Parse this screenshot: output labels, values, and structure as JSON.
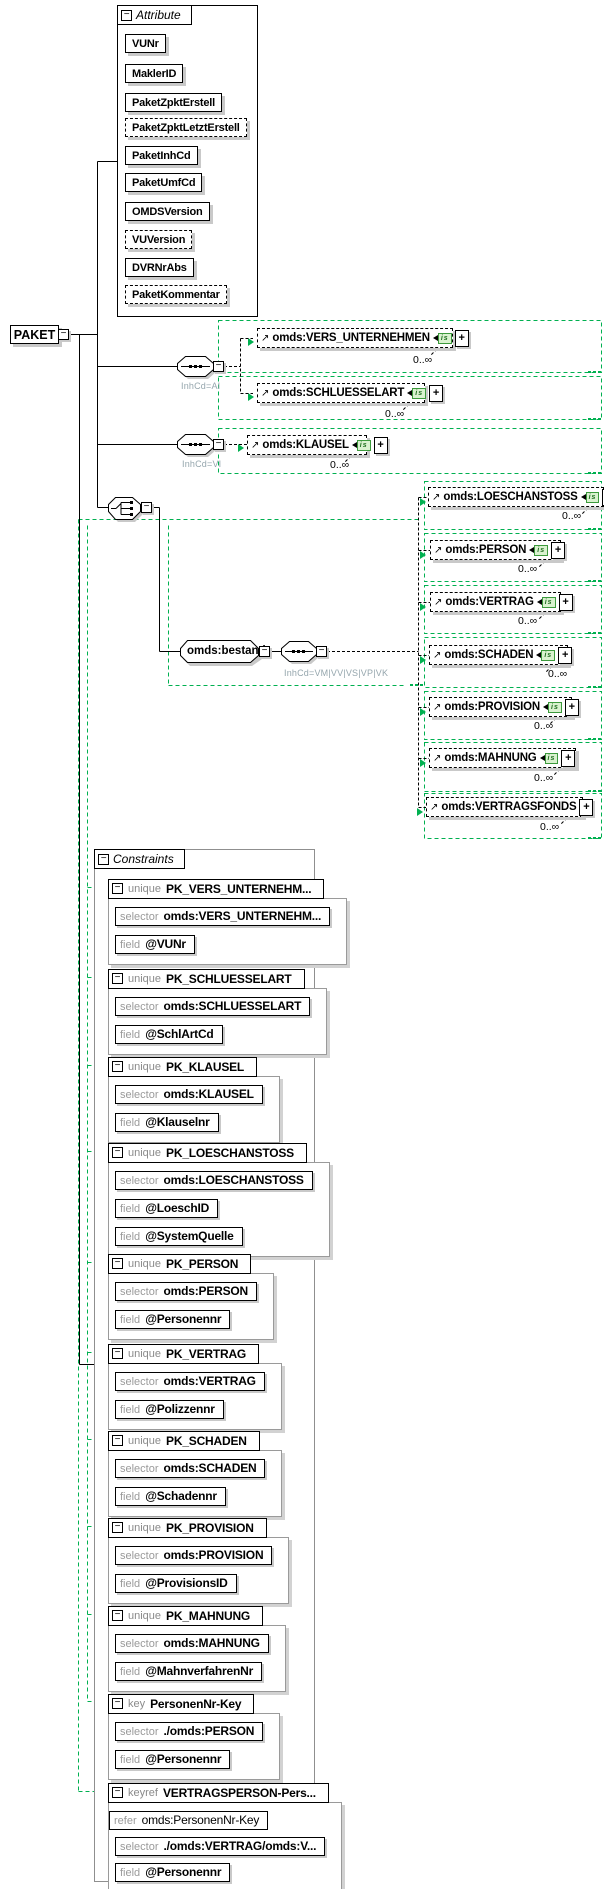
{
  "diagram": {
    "root": "PAKET",
    "badges": {
      "element_ref": "is"
    },
    "attributes_panel": {
      "title": "Attribute",
      "items": [
        {
          "name": "VUNr",
          "optional": false
        },
        {
          "name": "MaklerID",
          "optional": false
        },
        {
          "name": "PaketZpktErstell",
          "optional": false
        },
        {
          "name": "PaketZpktLetztErstell",
          "optional": true
        },
        {
          "name": "PaketInhCd",
          "optional": false
        },
        {
          "name": "PaketUmfCd",
          "optional": false
        },
        {
          "name": "OMDSVersion",
          "optional": false
        },
        {
          "name": "VUVersion",
          "optional": true
        },
        {
          "name": "DVRNrAbs",
          "optional": false
        },
        {
          "name": "PaketKommentar",
          "optional": true
        }
      ]
    },
    "sequences": [
      {
        "label": "InhCd=AI",
        "children": [
          {
            "name": "omds:VERS_UNTERNEHMEN",
            "occurrence": "0..∞"
          },
          {
            "name": "omds:SCHLUESSELART",
            "occurrence": "0..∞"
          }
        ]
      },
      {
        "label": "InhCd=VI",
        "children": [
          {
            "name": "omds:KLAUSEL",
            "occurrence": "0..∞"
          }
        ]
      }
    ],
    "bestand": {
      "name": "omds:bestand",
      "sequence_label": "InhCd=VM|VV|VS|VP|VK",
      "children": [
        {
          "name": "omds:LOESCHANSTOSS",
          "occurrence": "0..∞"
        },
        {
          "name": "omds:PERSON",
          "occurrence": "0..∞"
        },
        {
          "name": "omds:VERTRAG",
          "occurrence": "0..∞"
        },
        {
          "name": "omds:SCHADEN",
          "occurrence": "0..∞"
        },
        {
          "name": "omds:PROVISION",
          "occurrence": "0..∞"
        },
        {
          "name": "omds:MAHNUNG",
          "occurrence": "0..∞"
        },
        {
          "name": "omds:VERTRAGSFONDS",
          "occurrence": "0..∞"
        }
      ]
    },
    "constraints_panel": {
      "title": "Constraints",
      "labels": {
        "selector": "selector",
        "field": "field",
        "refer": "refer"
      },
      "items": [
        {
          "type": "unique",
          "name": "PK_VERS_UNTERNEHM...",
          "selector": "omds:VERS_UNTERNEHM...",
          "fields": [
            "@VUNr"
          ]
        },
        {
          "type": "unique",
          "name": "PK_SCHLUESSELART",
          "selector": "omds:SCHLUESSELART",
          "fields": [
            "@SchlArtCd"
          ]
        },
        {
          "type": "unique",
          "name": "PK_KLAUSEL",
          "selector": "omds:KLAUSEL",
          "fields": [
            "@Klauselnr"
          ]
        },
        {
          "type": "unique",
          "name": "PK_LOESCHANSTOSS",
          "selector": "omds:LOESCHANSTOSS",
          "fields": [
            "@LoeschID",
            "@SystemQuelle"
          ]
        },
        {
          "type": "unique",
          "name": "PK_PERSON",
          "selector": "omds:PERSON",
          "fields": [
            "@Personennr"
          ]
        },
        {
          "type": "unique",
          "name": "PK_VERTRAG",
          "selector": "omds:VERTRAG",
          "fields": [
            "@Polizzennr"
          ]
        },
        {
          "type": "unique",
          "name": "PK_SCHADEN",
          "selector": "omds:SCHADEN",
          "fields": [
            "@Schadennr"
          ]
        },
        {
          "type": "unique",
          "name": "PK_PROVISION",
          "selector": "omds:PROVISION",
          "fields": [
            "@ProvisionsID"
          ]
        },
        {
          "type": "unique",
          "name": "PK_MAHNUNG",
          "selector": "omds:MAHNUNG",
          "fields": [
            "@MahnverfahrenNr"
          ]
        },
        {
          "type": "key",
          "name": "PersonenNr-Key",
          "selector": "./omds:PERSON",
          "fields": [
            "@Personennr"
          ]
        },
        {
          "type": "keyref",
          "name": "VERTRAGSPERSON-Pers...",
          "refer": "omds:PersonenNr-Key",
          "selector": "./omds:VERTRAG/omds:V...",
          "fields": [
            "@Personennr"
          ]
        }
      ]
    },
    "colors": {
      "green": "#00b050",
      "shadow": "#c9c9c9",
      "gray_label": "#9a9a9a",
      "seq_label": "#95a6ad"
    }
  }
}
